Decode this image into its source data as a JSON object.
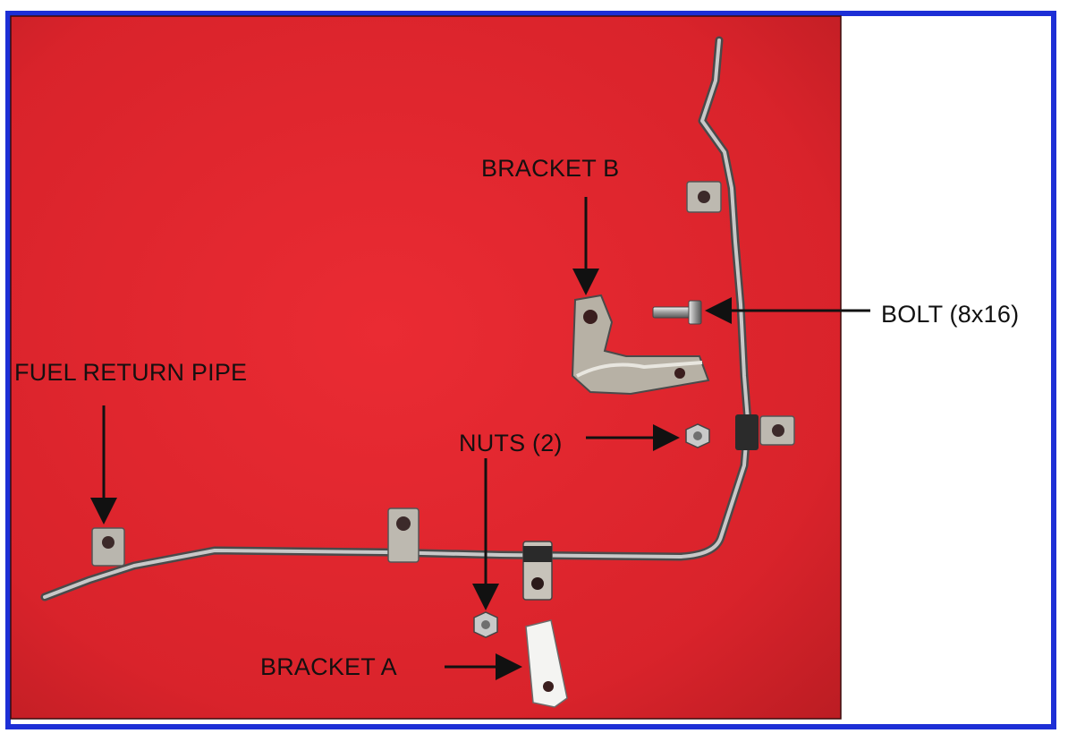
{
  "labels": {
    "bracket_b": "BRACKET B",
    "fuel_return_pipe": "FUEL RETURN PIPE",
    "nuts": "NUTS (2)",
    "bolt": "BOLT (8x16)",
    "bracket_a": "BRACKET A"
  },
  "colors": {
    "frame_border": "#1d2fd6",
    "background_cloth": "#e0262e",
    "page": "#ffffff"
  }
}
